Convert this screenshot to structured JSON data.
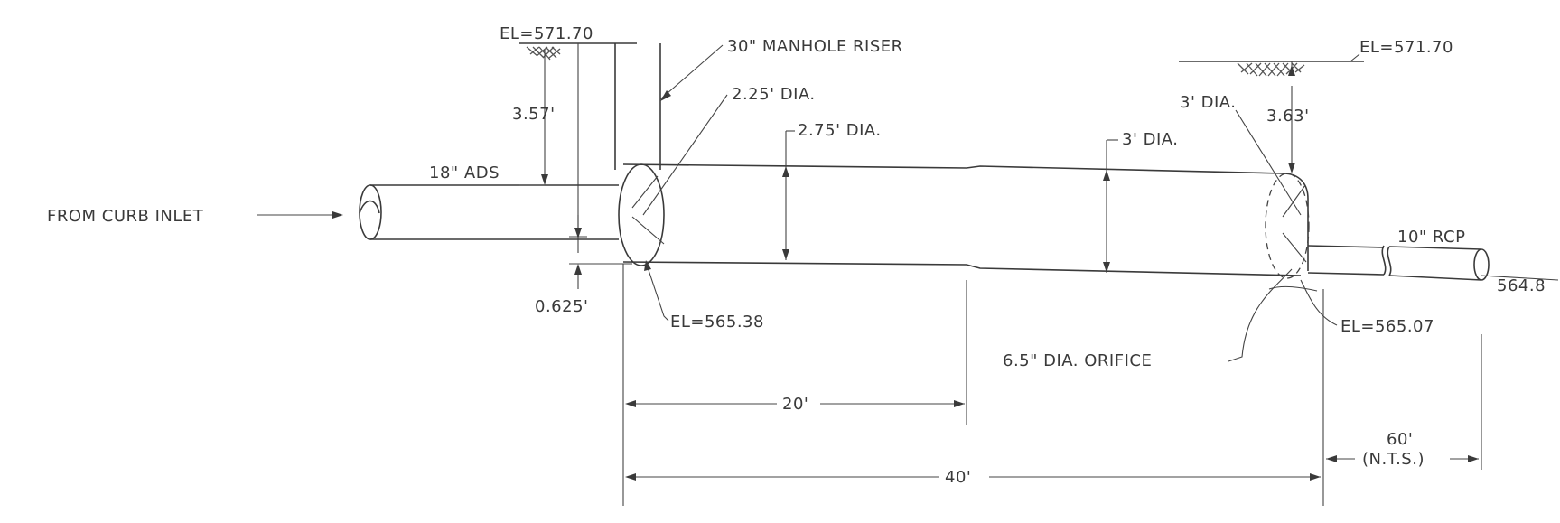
{
  "labels": {
    "el_top_left": "EL=571.70",
    "manhole_riser": "30\" MANHOLE RISER",
    "dia_225": "2.25' DIA.",
    "dia_275": "2.75' DIA.",
    "dia_3_mid": "3' DIA.",
    "dia_3_right": "3' DIA.",
    "el_top_right": "EL=571.70",
    "depth_357": "3.57'",
    "depth_363": "3.63'",
    "pipe_18_ads": "18\" ADS",
    "from_curb_inlet": "FROM CURB INLET",
    "offset_0625": "0.625'",
    "el_565_38": "EL=565.38",
    "pipe_10_rcp": "10\" RCP",
    "el_564_8": "564.8",
    "el_565_07": "EL=565.07",
    "orifice": "6.5\" DIA. ORIFICE",
    "dim_20": "20'",
    "dim_40": "40'",
    "dim_60": "60'",
    "dim_nts": "(N.T.S.)"
  }
}
